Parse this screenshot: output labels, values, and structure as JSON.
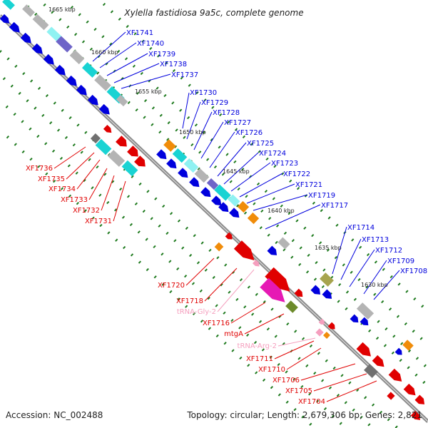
{
  "title": "Xylella fastidiosa 9a5c, complete genome",
  "footer": {
    "accession": "Accession: NC_002488",
    "stats": "Topology: circular; Length: 2,679,306 bp; Genes: 2,821"
  },
  "colors": {
    "forward_gene": "#e00000",
    "reverse_gene": "#0000dd",
    "cyan": "#19d3d3",
    "cyan_light": "#8ff2f2",
    "gray": "#b4b4b4",
    "gray_dark": "#707070",
    "orange": "#f08c0a",
    "olive": "#a7a44e",
    "green": "#6c8a2a",
    "violet": "#6e64c8",
    "magenta": "#e619b4",
    "pink": "#f59fbe",
    "trna_label": "#f59fbe",
    "tick_green": "#1e7a1e",
    "backbone": "#8c8c8c"
  },
  "ticks": [
    "1665 kbp",
    "1660 kbp",
    "1655 kbp",
    "1650 kbp",
    "1645 kbp",
    "1640 kbp",
    "1635 kbp",
    "1630 kbp"
  ],
  "labels_reverse": [
    "XF1741",
    "XF1740",
    "XF1739",
    "XF1738",
    "XF1737",
    "XF1730",
    "XF1729",
    "XF1728",
    "XF1727",
    "XF1726",
    "XF1725",
    "XF1724",
    "XF1723",
    "XF1722",
    "XF1721",
    "XF1719",
    "XF1717",
    "XF1714",
    "XF1713",
    "XF1712",
    "XF1709",
    "XF1708"
  ],
  "labels_forward": [
    "XF1736",
    "XF1735",
    "XF1734",
    "XF1733",
    "XF1732",
    "XF1731",
    "XF1720",
    "XF1718",
    "XF1716",
    "mtgA",
    "XF1711",
    "XF1710",
    "XF1706",
    "XF1705",
    "XF1704"
  ],
  "labels_trna": [
    "tRNA-Gly-2",
    "tRNA-Arg-2"
  ]
}
